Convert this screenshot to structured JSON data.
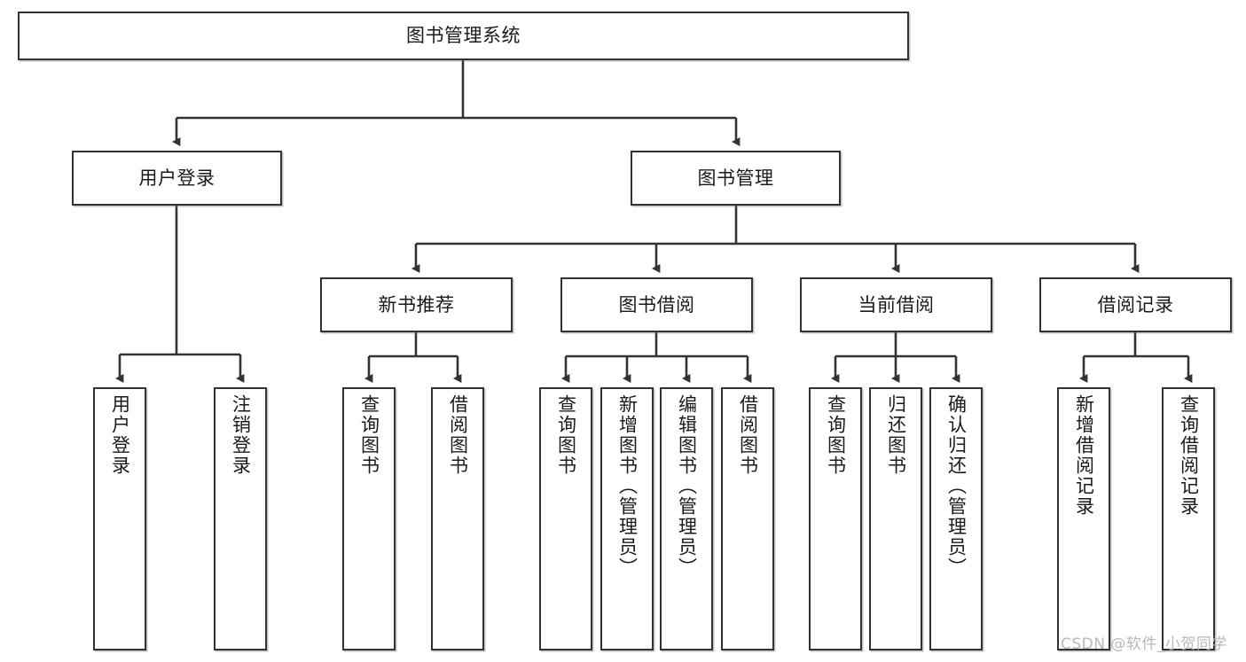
{
  "diagram": {
    "title": "图书管理系统",
    "type": "hierarchy-tree",
    "root": {
      "id": "root",
      "label": "图书管理系统"
    },
    "level2": [
      {
        "id": "user-login",
        "label": "用户登录"
      },
      {
        "id": "book-manage",
        "label": "图书管理"
      }
    ],
    "level3": [
      {
        "id": "new-book-recommend",
        "label": "新书推荐"
      },
      {
        "id": "book-borrow",
        "label": "图书借阅"
      },
      {
        "id": "current-borrow",
        "label": "当前借阅"
      },
      {
        "id": "borrow-record",
        "label": "借阅记录"
      }
    ],
    "leaves": {
      "user_login": [
        {
          "id": "leaf-user-login",
          "label": "用户登录"
        },
        {
          "id": "leaf-logout-login",
          "label": "注销登录"
        }
      ],
      "new_book_recommend": [
        {
          "id": "leaf-query-book-1",
          "label": "查询图书"
        },
        {
          "id": "leaf-borrow-book-1",
          "label": "借阅图书"
        }
      ],
      "book_borrow": [
        {
          "id": "leaf-query-book-2",
          "label": "查询图书"
        },
        {
          "id": "leaf-add-book",
          "label": "新增图书（管理员）"
        },
        {
          "id": "leaf-edit-book",
          "label": "编辑图书（管理员）"
        },
        {
          "id": "leaf-borrow-book-2",
          "label": "借阅图书"
        }
      ],
      "current_borrow": [
        {
          "id": "leaf-query-book-3",
          "label": "查询图书"
        },
        {
          "id": "leaf-return-book",
          "label": "归还图书"
        },
        {
          "id": "leaf-confirm-return",
          "label": "确认归还（管理员）"
        }
      ],
      "borrow_record": [
        {
          "id": "leaf-add-record",
          "label": "新增借阅记录"
        },
        {
          "id": "leaf-query-record",
          "label": "查询借阅记录"
        }
      ]
    }
  },
  "watermark": {
    "text": "CSDN @软件_小贺同学"
  },
  "colors": {
    "box_border": "#333333",
    "box_fill": "#ffffff",
    "connector": "#333333",
    "text": "#1a1a1a",
    "watermark": "#b9b9b9",
    "page_background": "#ffffff"
  }
}
